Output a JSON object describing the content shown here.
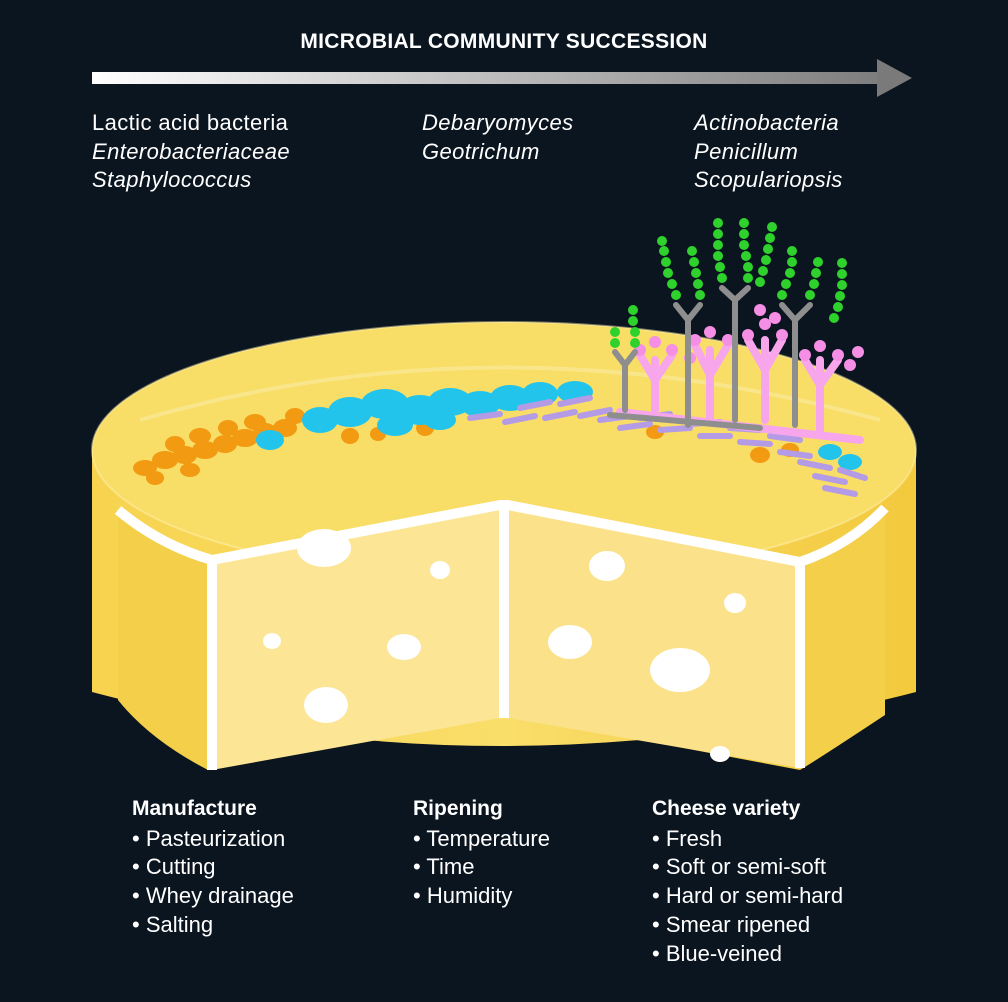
{
  "title": "MICROBIAL COMMUNITY SUCCESSION",
  "colors": {
    "background": "#0b1520",
    "cheese_rind": "#f6d04d",
    "cheese_paste": "#fbe391",
    "bacteria_orange": "#f29a12",
    "yeast_cyan": "#23c4ec",
    "actino_purple": "#b49be6",
    "penicillium_pink": "#f58fe5",
    "scopulariopsis_green": "#2fd22d",
    "hyphae_grey": "#8e8e8e"
  },
  "taxa_groups": [
    {
      "id": "early",
      "items": [
        {
          "name": "Lactic acid bacteria",
          "italic": false
        },
        {
          "name": "Enterobacteriaceae",
          "italic": true
        },
        {
          "name": "Staphylococcus",
          "italic": true
        }
      ]
    },
    {
      "id": "middle",
      "items": [
        {
          "name": "Debaryomyces",
          "italic": true
        },
        {
          "name": "Geotrichum",
          "italic": true
        }
      ]
    },
    {
      "id": "late",
      "items": [
        {
          "name": "Actinobacteria",
          "italic": true
        },
        {
          "name": "Penicillum",
          "italic": true
        },
        {
          "name": "Scopulariopsis",
          "italic": true
        }
      ]
    }
  ],
  "factors": [
    {
      "heading": "Manufacture",
      "items": [
        "Pasteurization",
        "Cutting",
        "Whey drainage",
        "Salting"
      ]
    },
    {
      "heading": "Ripening",
      "items": [
        "Temperature",
        "Time",
        "Humidity"
      ]
    },
    {
      "heading": "Cheese variety",
      "items": [
        "Fresh",
        "Soft or semi-soft",
        "Hard or semi-hard",
        "Smear ripened",
        "Blue-veined"
      ]
    }
  ]
}
